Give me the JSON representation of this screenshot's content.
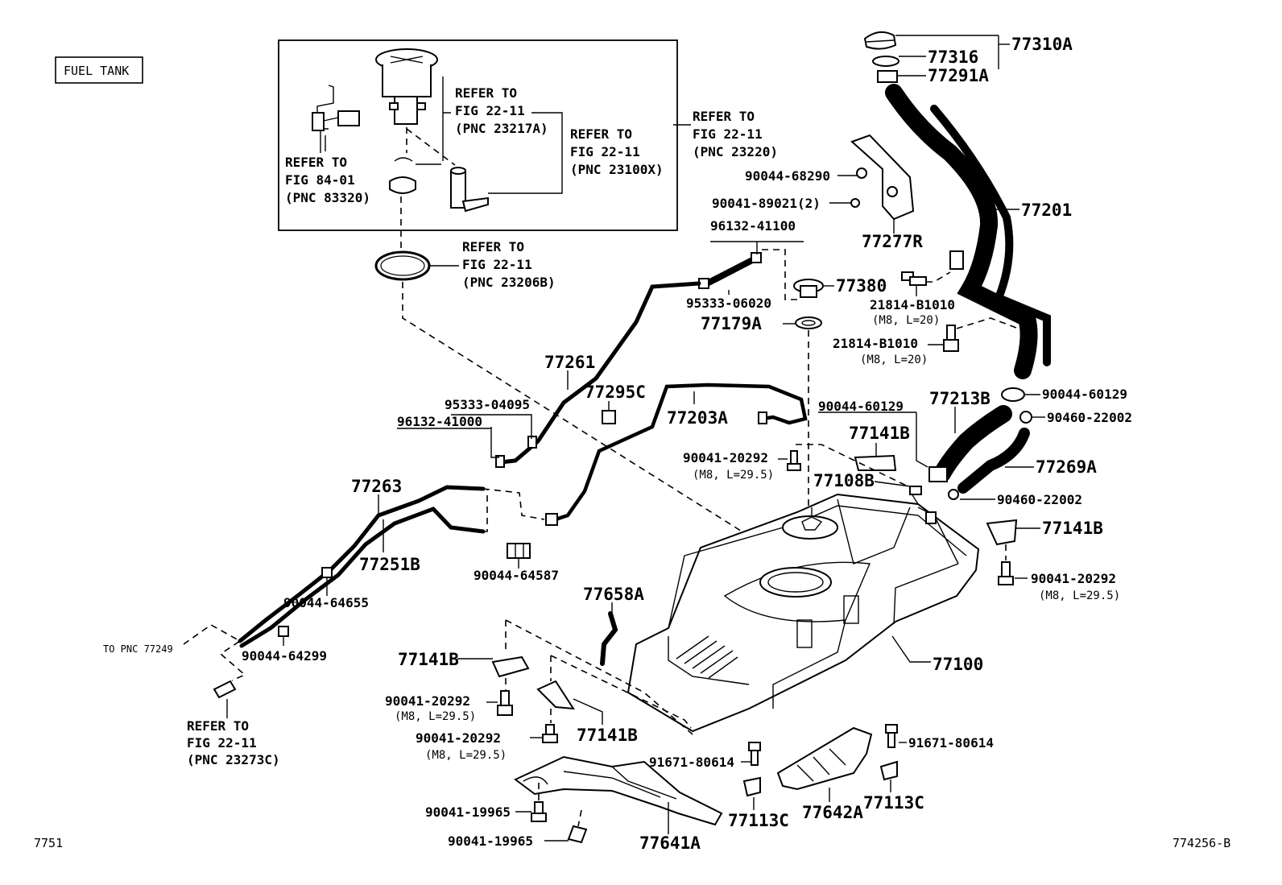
{
  "title": "FUEL TANK",
  "page_code": "7751",
  "figure_code": "774256-B",
  "notes": {
    "fig_84_01": [
      "REFER TO",
      "FIG 84-01",
      "(PNC 83320)"
    ],
    "fig_22_11_23217a": [
      "REFER TO",
      "FIG 22-11",
      "(PNC 23217A)"
    ],
    "fig_22_11_23100x": [
      "REFER TO",
      "FIG 22-11",
      "(PNC 23100X)"
    ],
    "fig_22_11_23220": [
      "REFER TO",
      "FIG 22-11",
      "(PNC 23220)"
    ],
    "fig_22_11_23206b": [
      "REFER TO",
      "FIG 22-11",
      "(PNC 23206B)"
    ],
    "fig_22_11_23273c": [
      "REFER TO",
      "FIG 22-11",
      "(PNC 23273C)"
    ],
    "to_pnc": "TO PNC 77249"
  },
  "parts": {
    "p77310A": "77310A",
    "p77316": "77316",
    "p77291A": "77291A",
    "p77201": "77201",
    "p90044_68290": "90044-68290",
    "p90041_89021": "90041-89021(2)",
    "p77277R": "77277R",
    "p96132_41100": "96132-41100",
    "p77380": "77380",
    "p95333_06020": "95333-06020",
    "p77179A": "77179A",
    "p21814_b1010_a": "21814-B1010",
    "p21814_b1010_a_spec": "(M8, L=20)",
    "p21814_b1010_b": "21814-B1010",
    "p21814_b1010_b_spec": "(M8, L=20)",
    "p77261": "77261",
    "p77295C": "77295C",
    "p95333_04095": "95333-04095",
    "p96132_41000": "96132-41000",
    "p77203A": "77203A",
    "p90044_60129_a": "90044-60129",
    "p90044_60129_b": "90044-60129",
    "p77213B": "77213B",
    "p90460_22002_a": "90460-22002",
    "p77141B_a": "77141B",
    "p90041_20292_a": "90041-20292",
    "p90041_20292_a_spec": "(M8, L=29.5)",
    "p77269A": "77269A",
    "p77108B": "77108B",
    "p90460_22002_b": "90460-22002",
    "p77263": "77263",
    "p77251B": "77251B",
    "p90044_64587": "90044-64587",
    "p77141B_b": "77141B",
    "p90041_20292_b": "90041-20292",
    "p90041_20292_b_spec": "(M8, L=29.5)",
    "p90044_64655": "90044-64655",
    "p77658A": "77658A",
    "p90044_64299": "90044-64299",
    "p77141B_c": "77141B",
    "p77100": "77100",
    "p90041_20292_c": "90041-20292",
    "p90041_20292_c_spec": "(M8, L=29.5)",
    "p90041_20292_d": "90041-20292",
    "p90041_20292_d_spec": "(M8, L=29.5)",
    "p77141B_d": "77141B",
    "p91671_80614_a": "91671-80614",
    "p91671_80614_b": "91671-80614",
    "p77642A": "77642A",
    "p77113C_a": "77113C",
    "p77113C_b": "77113C",
    "p90041_19965_a": "90041-19965",
    "p90041_19965_b": "90041-19965",
    "p77641A": "77641A"
  }
}
